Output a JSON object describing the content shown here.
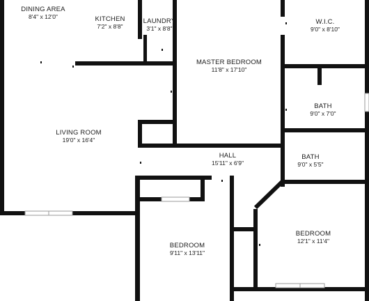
{
  "floor_plan": {
    "rooms": [
      {
        "key": "dining",
        "name": "DINING AREA",
        "dims": "8'4\" x 12'0\""
      },
      {
        "key": "kitchen",
        "name": "KITCHEN",
        "dims": "7'2\" x 8'8\""
      },
      {
        "key": "laundry",
        "name": "LAUNDRY",
        "dims": "3'1\" x 8'8\""
      },
      {
        "key": "master",
        "name": "MASTER BEDROOM",
        "dims": "11'8\" x 17'10\""
      },
      {
        "key": "wic",
        "name": "W.I.C.",
        "dims": "9'0\" x 8'10\""
      },
      {
        "key": "bath1",
        "name": "BATH",
        "dims": "9'0\" x 7'0\""
      },
      {
        "key": "living",
        "name": "LIVING ROOM",
        "dims": "19'0\" x 16'4\""
      },
      {
        "key": "hall",
        "name": "HALL",
        "dims": "15'11\" x 6'9\""
      },
      {
        "key": "bath2",
        "name": "BATH",
        "dims": "9'0\" x 5'5\""
      },
      {
        "key": "bedroom1",
        "name": "BEDROOM",
        "dims": "12'1\" x 11'4\""
      },
      {
        "key": "bedroom2",
        "name": "BEDROOM",
        "dims": "9'11\" x 13'11\""
      }
    ],
    "colors": {
      "wall": "#111111",
      "window": "#9a9a9a",
      "background": "#ffffff"
    }
  }
}
